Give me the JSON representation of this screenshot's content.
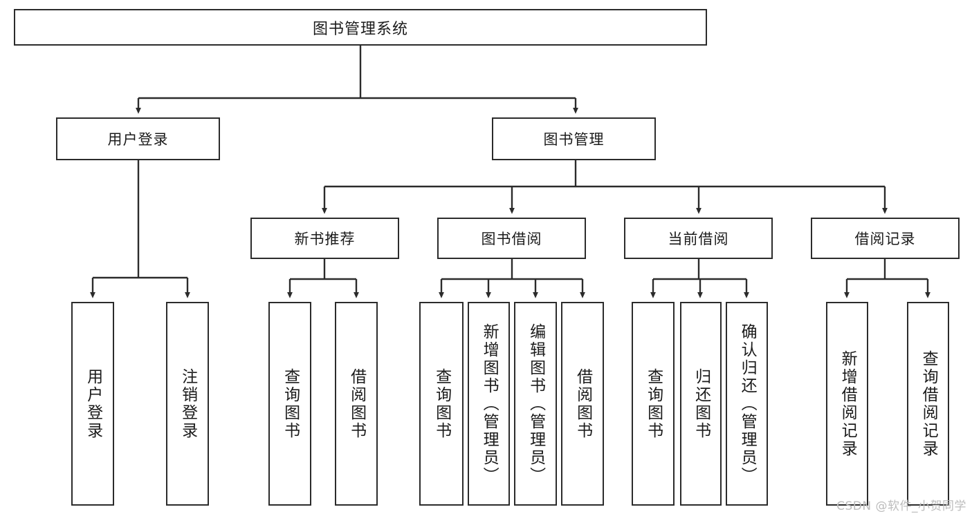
{
  "diagram": {
    "title": "图书管理系统",
    "type": "tree",
    "watermark": "CSDN @软件_小贺同学",
    "colors": {
      "box_border": "#2b2b2b",
      "box_fill": "#ffffff",
      "edge": "#2b2b2b",
      "text": "#1b1b1b",
      "watermark": "#bcbcbc",
      "background": "#ffffff"
    },
    "root": {
      "label": "图书管理系统"
    },
    "level2": [
      {
        "label": "用户登录"
      },
      {
        "label": "图书管理"
      }
    ],
    "level3": [
      {
        "label": "新书推荐"
      },
      {
        "label": "图书借阅"
      },
      {
        "label": "当前借阅"
      },
      {
        "label": "借阅记录"
      }
    ],
    "leaves": {
      "user_login": [
        {
          "label": "用户登录"
        },
        {
          "label": "注销登录"
        }
      ],
      "new_book_recommend": [
        {
          "label": "查询图书"
        },
        {
          "label": "借阅图书"
        }
      ],
      "book_borrow": [
        {
          "label": "查询图书"
        },
        {
          "label": "新增图书（管理员）"
        },
        {
          "label": "编辑图书（管理员）"
        },
        {
          "label": "借阅图书"
        }
      ],
      "current_borrow": [
        {
          "label": "查询图书"
        },
        {
          "label": "归还图书"
        },
        {
          "label": "确认归还（管理员）"
        }
      ],
      "borrow_records": [
        {
          "label": "新增借阅记录"
        },
        {
          "label": "查询借阅记录"
        }
      ]
    }
  }
}
